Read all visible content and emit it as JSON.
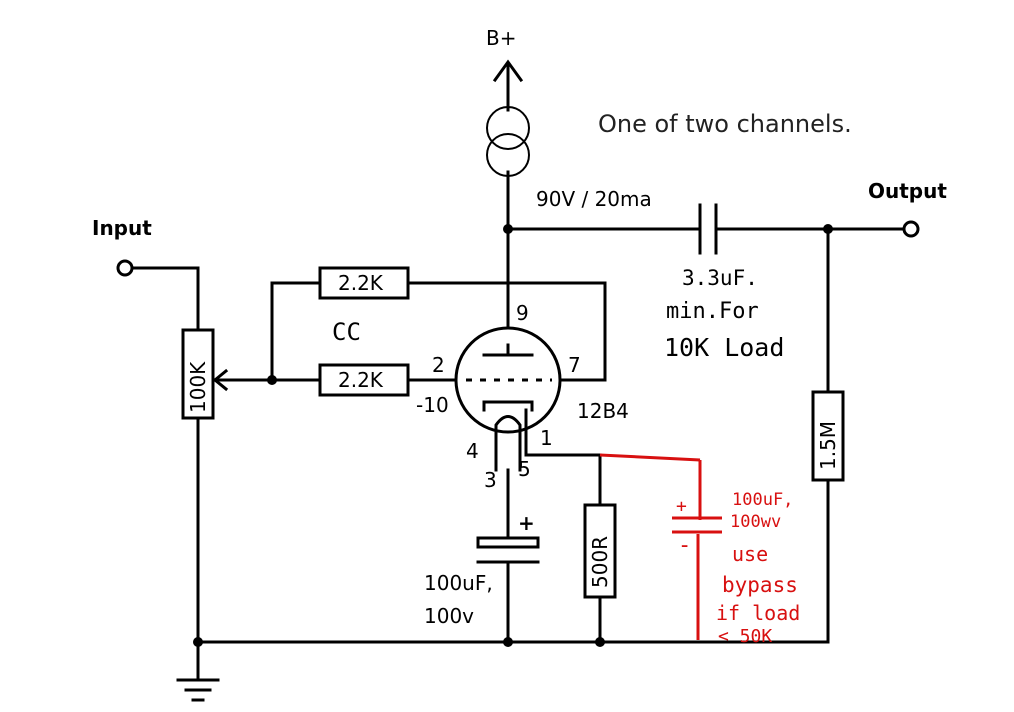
{
  "labels": {
    "supply": "B+",
    "title": "One of two channels.",
    "plate_supply": "90V / 20ma",
    "output": "Output",
    "input": "Input",
    "pot": "100K",
    "r_feedback_top": "2.2K",
    "r_feedback_bottom": "2.2K",
    "r_output": "1.5M",
    "r_cathode": "500R",
    "tube": "12B4",
    "cap_cathode_value": "100uF,",
    "cap_cathode_voltage": "100v",
    "cap_plus": "+",
    "pin_9": "9",
    "pin_2": "2",
    "pin_7": "7",
    "pin_10": "-10",
    "pin_4": "4",
    "pin_1": "1",
    "pin_3": "3",
    "pin_5": "5"
  },
  "handwritten": {
    "cc": "CC",
    "coupling_cap_line1": "3.3uF.",
    "coupling_cap_line2": "min.For",
    "coupling_cap_line3": "10K Load"
  },
  "red_note": {
    "plus": "+",
    "minus": "-",
    "line1": "100uF,",
    "line2": "100wv",
    "line3": "use",
    "line4": "bypass",
    "line5": "if load",
    "line6": "< 50K"
  },
  "colors": {
    "ink": "#000000",
    "annotation": "#d81010",
    "background": "#ffffff"
  }
}
